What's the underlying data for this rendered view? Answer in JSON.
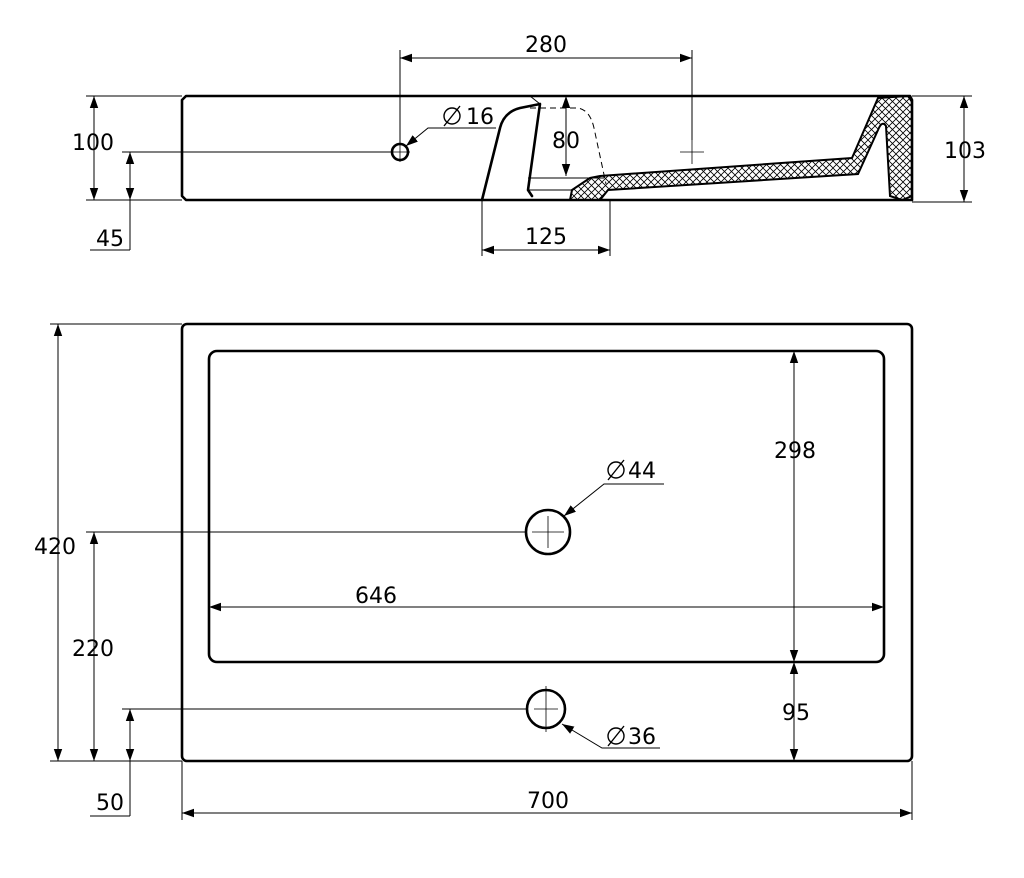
{
  "side_view": {
    "dims": {
      "d280": "280",
      "d16": "16",
      "d100": "100",
      "d45": "45",
      "d80": "80",
      "d125": "125",
      "d103": "103"
    }
  },
  "top_view": {
    "dims": {
      "d420": "420",
      "d220": "220",
      "d50": "50",
      "d298": "298",
      "d646": "646",
      "d44": "44",
      "d95": "95",
      "d36": "36",
      "d700": "700"
    }
  }
}
